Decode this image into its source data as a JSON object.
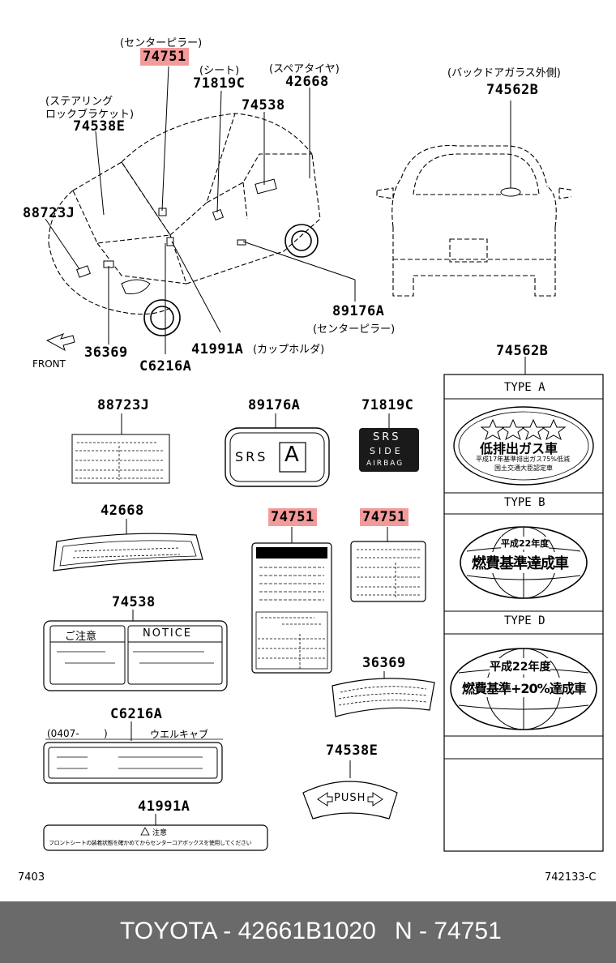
{
  "callouts": {
    "center_pillar_top_jp": "(センターピラー)",
    "pn_74751_top": "74751",
    "seat_jp": "(シート)",
    "pn_71819c": "71819C",
    "spare_tire_jp": "(スペアタイヤ)",
    "pn_42668": "42668",
    "steering_jp_1": "(ステアリング",
    "steering_jp_2": "ロックブラケット)",
    "pn_74538e": "74538E",
    "pn_74538": "74538",
    "pn_88723j": "88723J",
    "pn_89176a": "89176A",
    "center_pillar_bottom_jp": "(センターピラー)",
    "pn_36369": "36369",
    "pn_41991a": "41991A",
    "cupholder_jp": "(カップホルダ)",
    "pn_c6216a": "C6216A",
    "front_label": "FRONT",
    "back_door_jp": "(バックドアガラス外側)",
    "pn_74562b": "74562B"
  },
  "parts": {
    "p88723j": "88723J",
    "p89176a": "89176A",
    "p89176a_text": "SRS",
    "p89176a_letter": "A",
    "p71819c": "71819C",
    "p71819c_l1": "SRS",
    "p71819c_l2": "SIDE",
    "p71819c_l3": "AIRBAG",
    "p42668": "42668",
    "p74751_a": "74751",
    "p74751_b": "74751",
    "p74538": "74538",
    "p74538_left": "ご注意",
    "p74538_right": "NOTICE",
    "p36369": "36369",
    "pc6216a": "C6216A",
    "pc6216a_left": "(0407-",
    "pc6216a_paren": ")",
    "pc6216a_right": "ウエルキャブ",
    "p74538e": "74538E",
    "p74538e_text": "PUSH",
    "p41991a": "41991A",
    "p41991a_head": "注意",
    "p41991a_body": "フロントシートの装着状態を確かめてからセンターコアボックスを使用してください"
  },
  "side_panel": {
    "pn": "74562B",
    "type_a": "TYPE A",
    "type_a_l1": "低排出ガス車",
    "type_a_l2": "平成17年基準排出ガス75%低減",
    "type_a_l3": "国土交通大臣認定車",
    "type_b": "TYPE B",
    "type_b_l1": "平成22年度",
    "type_b_l2": "燃費基準達成車",
    "type_d": "TYPE D",
    "type_d_l1": "平成22年度",
    "type_d_l2": "燃費基準+20%達成車"
  },
  "codes": {
    "left": "7403",
    "right": "742133-C"
  },
  "footer": {
    "left": "TOYOTA - 42661B1020",
    "right": "N - 74751"
  },
  "colors": {
    "highlight": "#f39a9a",
    "footer_bg": "#6a6a6a"
  }
}
